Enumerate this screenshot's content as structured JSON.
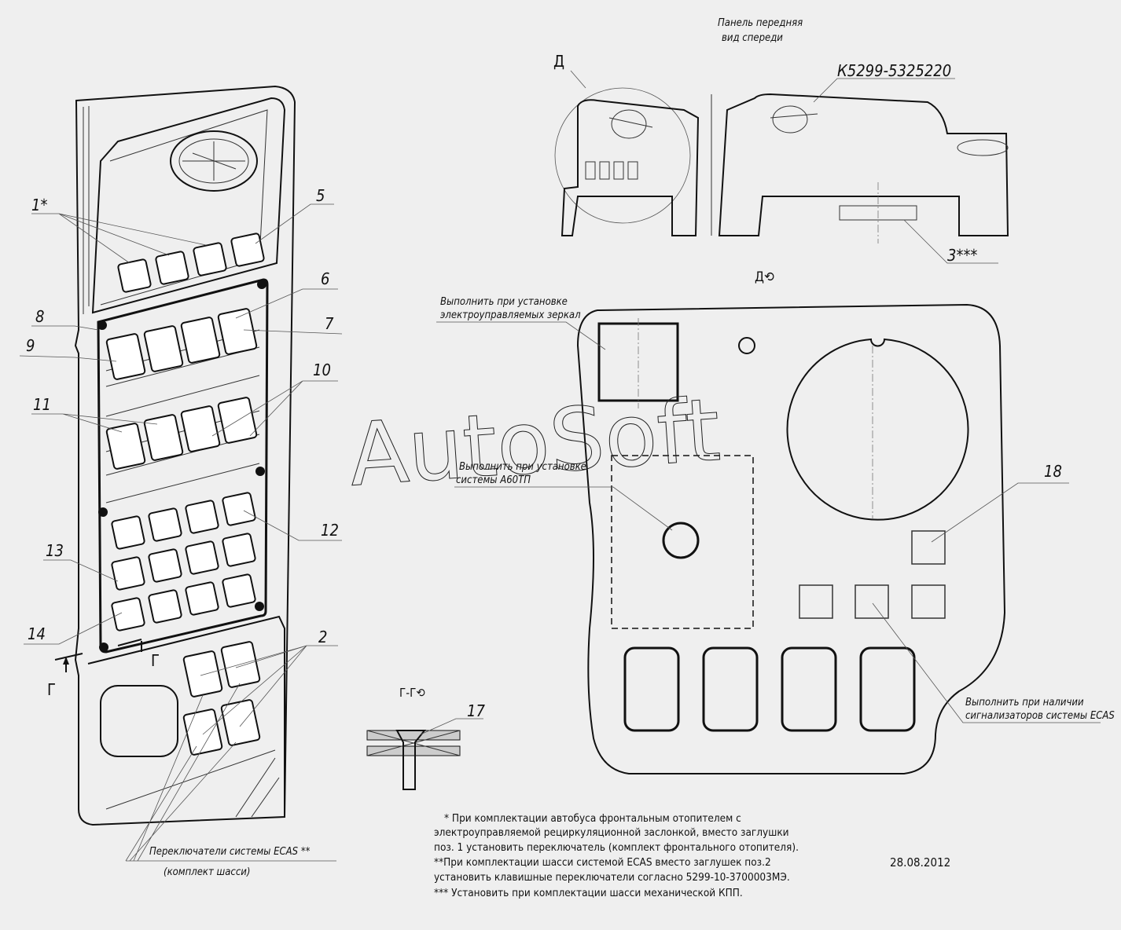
{
  "title": {
    "line1": "Панель передняя",
    "line2": "вид спереди"
  },
  "part_number": "К5299-5325220",
  "view_d_label": "Д",
  "view_d_rotated": "Д⟲",
  "section_label": "Г-Г⟲",
  "section_mark": "Г",
  "callouts": {
    "c1": "1*",
    "c2": "2",
    "c3": "3***",
    "c5": "5",
    "c6": "6",
    "c7": "7",
    "c8": "8",
    "c9": "9",
    "c10": "10",
    "c11": "11",
    "c12": "12",
    "c13": "13",
    "c14": "14",
    "c17": "17",
    "c18": "18"
  },
  "annotations": {
    "mirrors_1": "Выполнить при установке",
    "mirrors_2": "электроуправляемых зеркал",
    "heater_1": "Выполнить при установке",
    "heater_2": "системы А60ТП",
    "ecas_1": "Выполнить при наличии",
    "ecas_2": "сигнализаторов системы ECAS",
    "ecas_switches_1": "Переключатели системы ECAS **",
    "ecas_switches_2": "(комплект шасси)"
  },
  "notes": [
    "* При комплектации автобуса фронтальным отопителем с",
    "электроуправляемой рециркуляционной заслонкой, вместо заглушки",
    "поз. 1 установить переключатель (комплект фронтального отопителя).",
    "**При комплектации шасси системой ECAS вместо заглушек поз.2",
    " установить клавишные переключатели согласно 5299-10-3700003МЭ.",
    "*** Установить при комплектации шасси механической КПП."
  ],
  "date": "28.08.2012",
  "watermark": "AutoSoft"
}
